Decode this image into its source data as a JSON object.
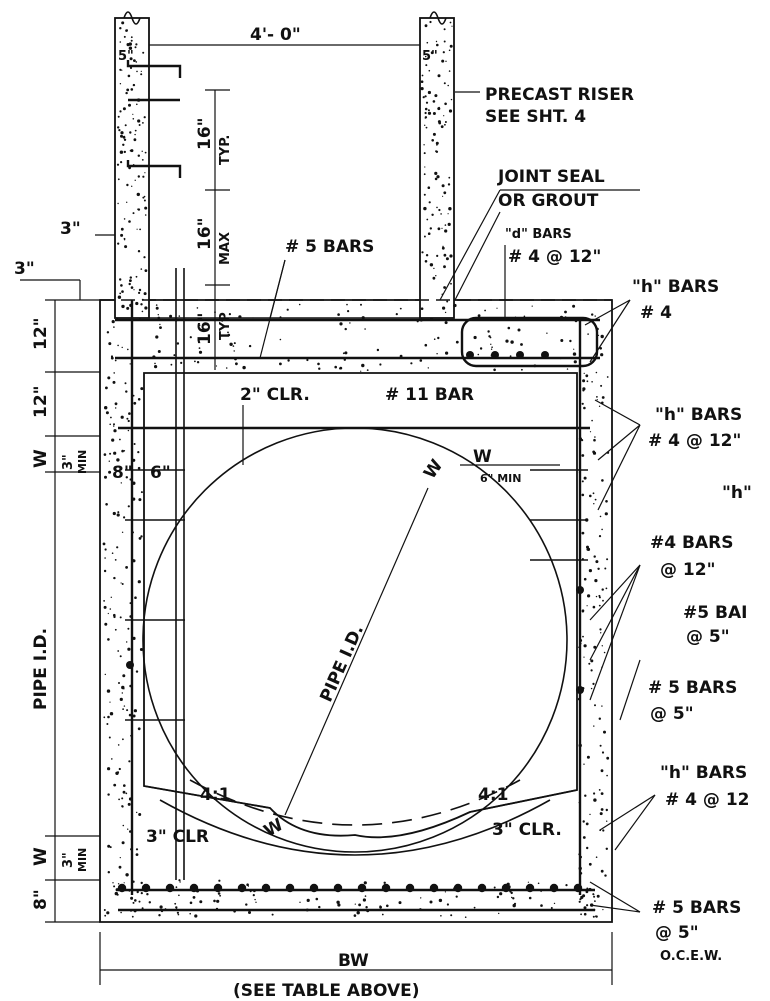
{
  "dimensions": {
    "riser_wall_left": "5\"",
    "riser_wall_right": "5\"",
    "riser_inside_width": "4'- 0\"",
    "spacing_16_typ": "16\"",
    "typ": "TYP.",
    "spacing_16_max": "16\"",
    "max": "MAX",
    "spacing_16_typ2": "16\"",
    "typ2": "TYP",
    "three_in_a": "3\"",
    "three_in_b": "3\"",
    "top_slab_12": "12\"",
    "second_12": "12\"",
    "w_top": "W",
    "three_min_top": "3\"",
    "min_top": "MIN",
    "w_bottom": "W",
    "three_min_bottom": "3\"",
    "min_bottom": "MIN",
    "base_8": "8\"",
    "wall_8": "8\"",
    "wall_6": "6\"",
    "pipe_id_vertical": "PIPE I.D.",
    "pipe_id_diagonal": "PIPE I.D.",
    "w_right": "W",
    "six_min": "6\" MIN",
    "w_circle": "W",
    "w_bottom_curve": "W",
    "clr_2": "2\" CLR.",
    "clr_3_left": "3\" CLR",
    "clr_3_right": "3\" CLR.",
    "slope_left": "4:1",
    "slope_right": "4:1",
    "bw": "BW",
    "see_table": "(SEE TABLE ABOVE)"
  },
  "notes": {
    "precast_riser_1": "PRECAST RISER",
    "precast_riser_2": "SEE SHT. 4",
    "joint_seal_1": "JOINT SEAL",
    "joint_seal_2": "OR GROUT",
    "d_bars_1": "\"d\" BARS",
    "d_bars_2": "# 4 @ 12\"",
    "five_bars_top": "# 5 BARS",
    "h_bars_a1": "\"h\" BARS",
    "h_bars_a2": "# 4",
    "eleven_bar": "# 11 BAR",
    "h_bars_b1": "\"h\" BARS",
    "h_bars_b2": "# 4 @ 12\"",
    "h_partial": "\"h\"",
    "four_bars_1": "#4 BARS",
    "four_bars_2": "@ 12\"",
    "five_bai_1": "#5 BAI",
    "five_bai_2": "@ 5\"",
    "five_bars_mid_1": "# 5 BARS",
    "five_bars_mid_2": "@ 5\"",
    "h_bars_c1": "\"h\" BARS",
    "h_bars_c2": "# 4 @ 12",
    "five_bars_bot_1": "# 5 BARS",
    "five_bars_bot_2": "@ 5\"",
    "five_bars_bot_3": "O.C.E.W."
  }
}
